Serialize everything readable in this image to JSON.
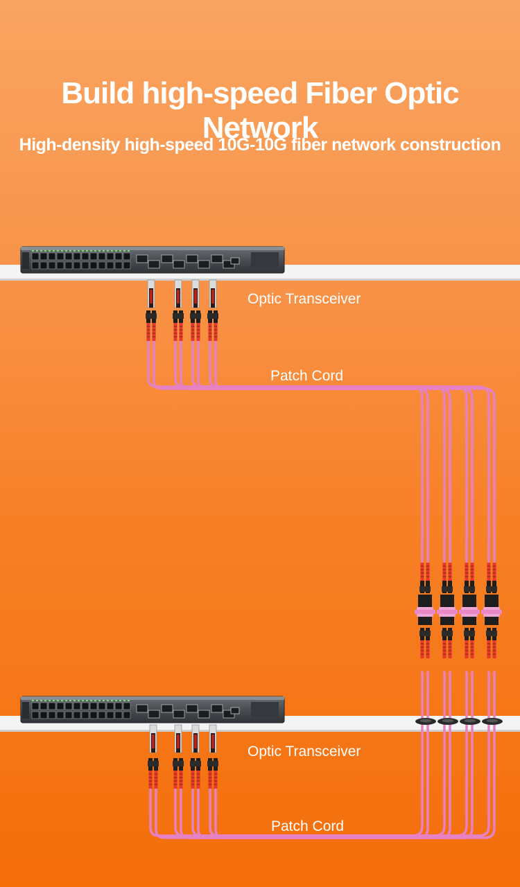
{
  "header": {
    "title": "Build high-speed Fiber Optic Network",
    "subtitle": "High-density high-speed 10G-10G fiber network construction"
  },
  "labels": {
    "top_transceiver": "Optic Transceiver",
    "top_patch_cord": "Patch Cord",
    "bottom_transceiver": "Optic Transceiver",
    "bottom_patch_cord": "Patch Cord"
  },
  "colors": {
    "background_top": "#f9a461",
    "background_bottom": "#f46e0a",
    "shelf": "#f4f4f4",
    "fiber": "#e682c3",
    "connector": "#1e1e1e",
    "boot": "#e33a2b",
    "switch_body": "#3b3f44"
  },
  "diagram": {
    "switch_count": 2,
    "fiber_links_per_switch": 4,
    "adapter_count": 4
  }
}
